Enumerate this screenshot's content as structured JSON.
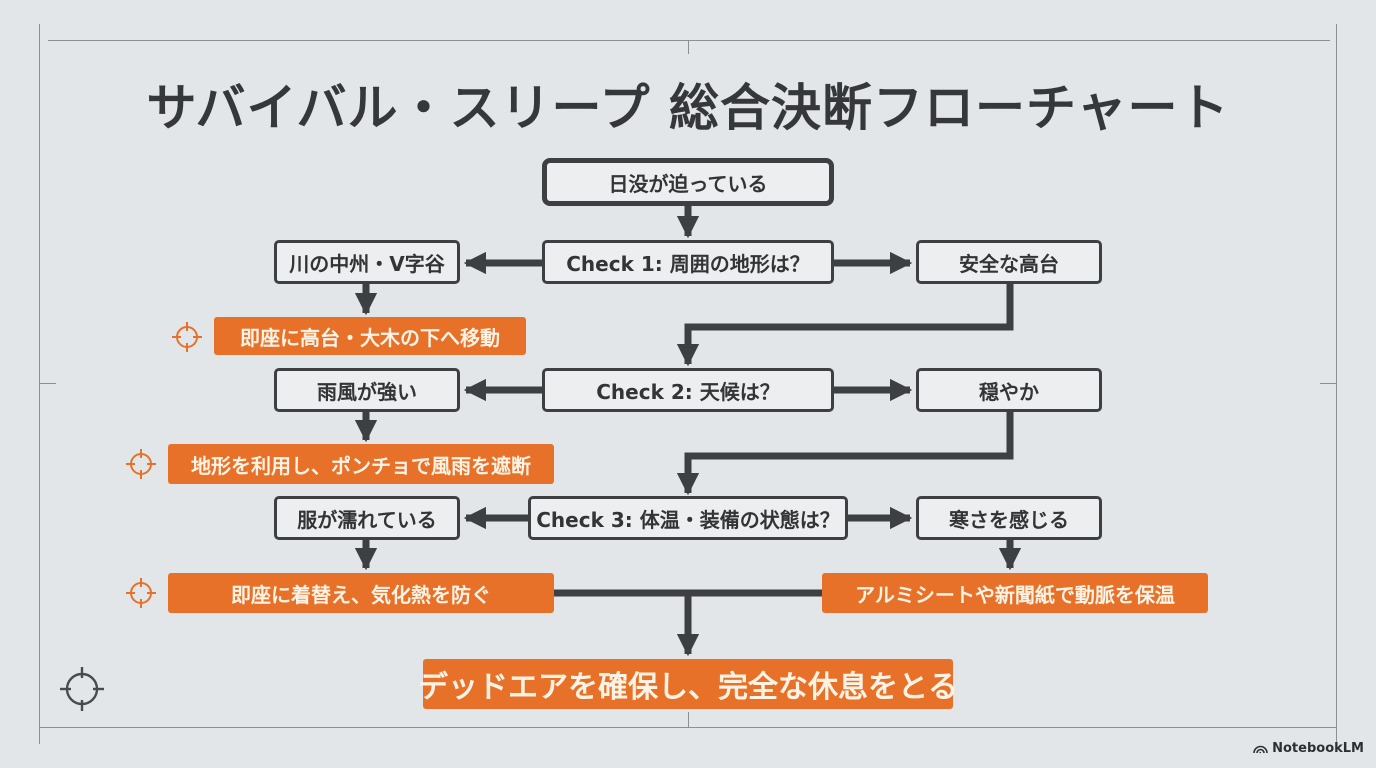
{
  "title": "サバイバル・スリープ 総合決断フローチャート",
  "colors": {
    "background": "#e3e6e9",
    "node_border": "#3e3f42",
    "action_fill": "#e8712a",
    "action_text": "#fdf3e4",
    "crosshair_accent": "#e8712a",
    "crosshair_neutral": "#4a4b4e"
  },
  "flow": {
    "start": "日没が迫っている",
    "checks": [
      {
        "question": "Check 1: 周囲の地形は？",
        "left_branch": "川の中州・V字谷",
        "left_action": "即座に高台・大木の下へ移動",
        "right_branch": "安全な高台"
      },
      {
        "question": "Check 2: 天候は？",
        "left_branch": "雨風が強い",
        "left_action": "地形を利用し、ポンチョで風雨を遮断",
        "right_branch": "穏やか"
      },
      {
        "question": "Check 3: 体温・装備の状態は？",
        "left_branch": "服が濡れている",
        "left_action": "即座に着替え、気化熱を防ぐ",
        "right_branch": "寒さを感じる",
        "right_action": "アルミシートや新聞紙で動脈を保温"
      }
    ],
    "final": "デッドエアを確保し、完全な休息をとる"
  },
  "icons": {
    "action_marker": "crosshair-icon",
    "corner_marker": "crosshair-icon",
    "brand": "notebooklm-logo-icon"
  },
  "brand": "NotebookLM"
}
